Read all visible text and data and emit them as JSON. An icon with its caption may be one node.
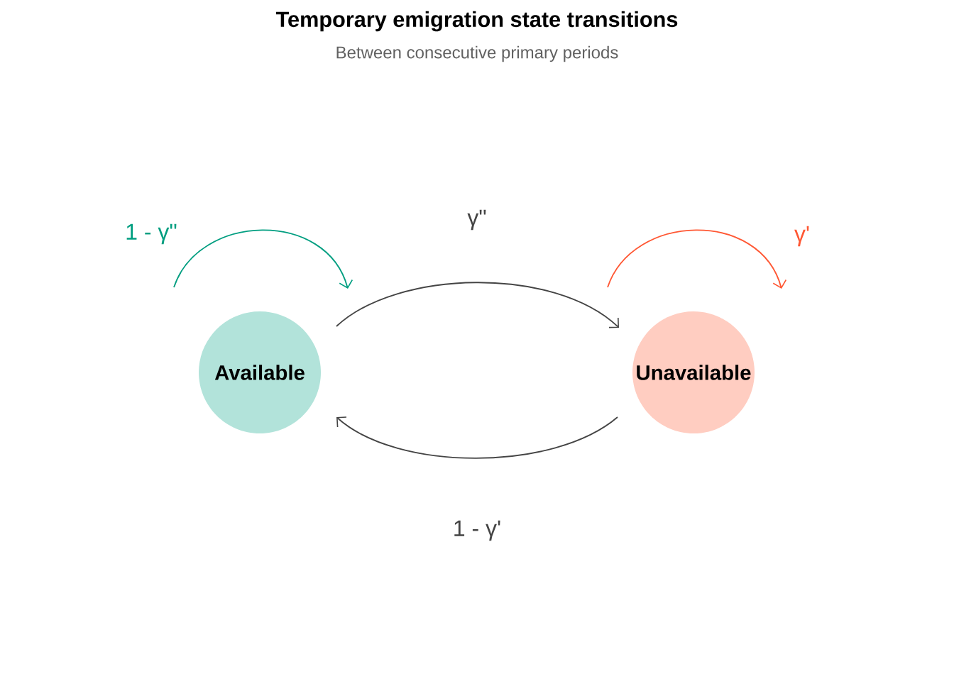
{
  "diagram": {
    "title": "Temporary emigration state transitions",
    "nodes": [
      {
        "text": [
          "Available"
        ]
      },
      {
        "text": [
          "Unavailable"
        ]
      }
    ],
    "edges": [
      {
        "from": 0,
        "to": 0,
        "arrow": "to",
        "label": "1 - γ\"",
        "color": "#009e80"
      },
      {
        "from": 0,
        "to": 1,
        "arrow": "to",
        "label": "γ\""
      },
      {
        "from": 1,
        "to": 0,
        "arrow": "to",
        "label": "1 - γ'"
      },
      {
        "from": 1,
        "to": 1,
        "arrow": "to",
        "label": "γ'",
        "color": "#ff5733"
      }
    ],
    "labels": [
      "Between consecutive primary periods"
    ]
  }
}
